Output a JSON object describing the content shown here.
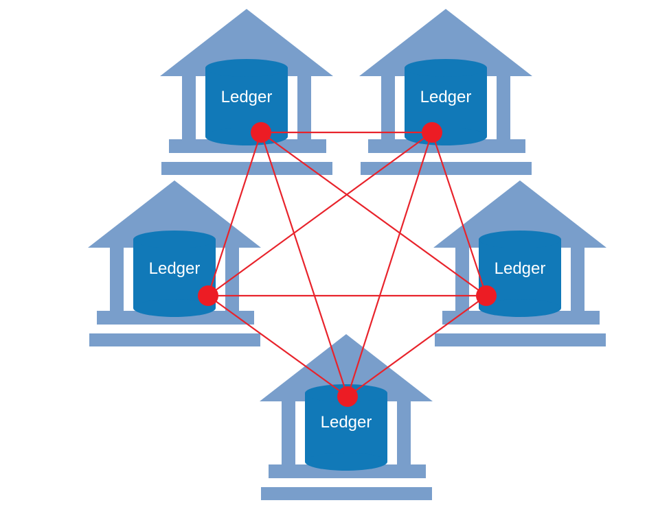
{
  "colors": {
    "background": "#ffffff",
    "bank": "#799ecb",
    "ledger": "#1179b8",
    "link": "#e8232b",
    "node": "#ec1c24",
    "label": "#ffffff"
  },
  "diagram": {
    "banks": [
      {
        "id": "top-left",
        "icon": "bank-building-icon",
        "ledger_label": "Ledger"
      },
      {
        "id": "top-right",
        "icon": "bank-building-icon",
        "ledger_label": "Ledger"
      },
      {
        "id": "middle-left",
        "icon": "bank-building-icon",
        "ledger_label": "Ledger"
      },
      {
        "id": "middle-right",
        "icon": "bank-building-icon",
        "ledger_label": "Ledger"
      },
      {
        "id": "bottom",
        "icon": "bank-building-icon",
        "ledger_label": "Ledger"
      }
    ],
    "connections": [
      [
        "top-left",
        "top-right"
      ],
      [
        "top-left",
        "middle-left"
      ],
      [
        "top-left",
        "middle-right"
      ],
      [
        "top-left",
        "bottom"
      ],
      [
        "top-right",
        "middle-left"
      ],
      [
        "top-right",
        "middle-right"
      ],
      [
        "top-right",
        "bottom"
      ],
      [
        "middle-left",
        "middle-right"
      ],
      [
        "middle-left",
        "bottom"
      ],
      [
        "middle-right",
        "bottom"
      ]
    ]
  }
}
